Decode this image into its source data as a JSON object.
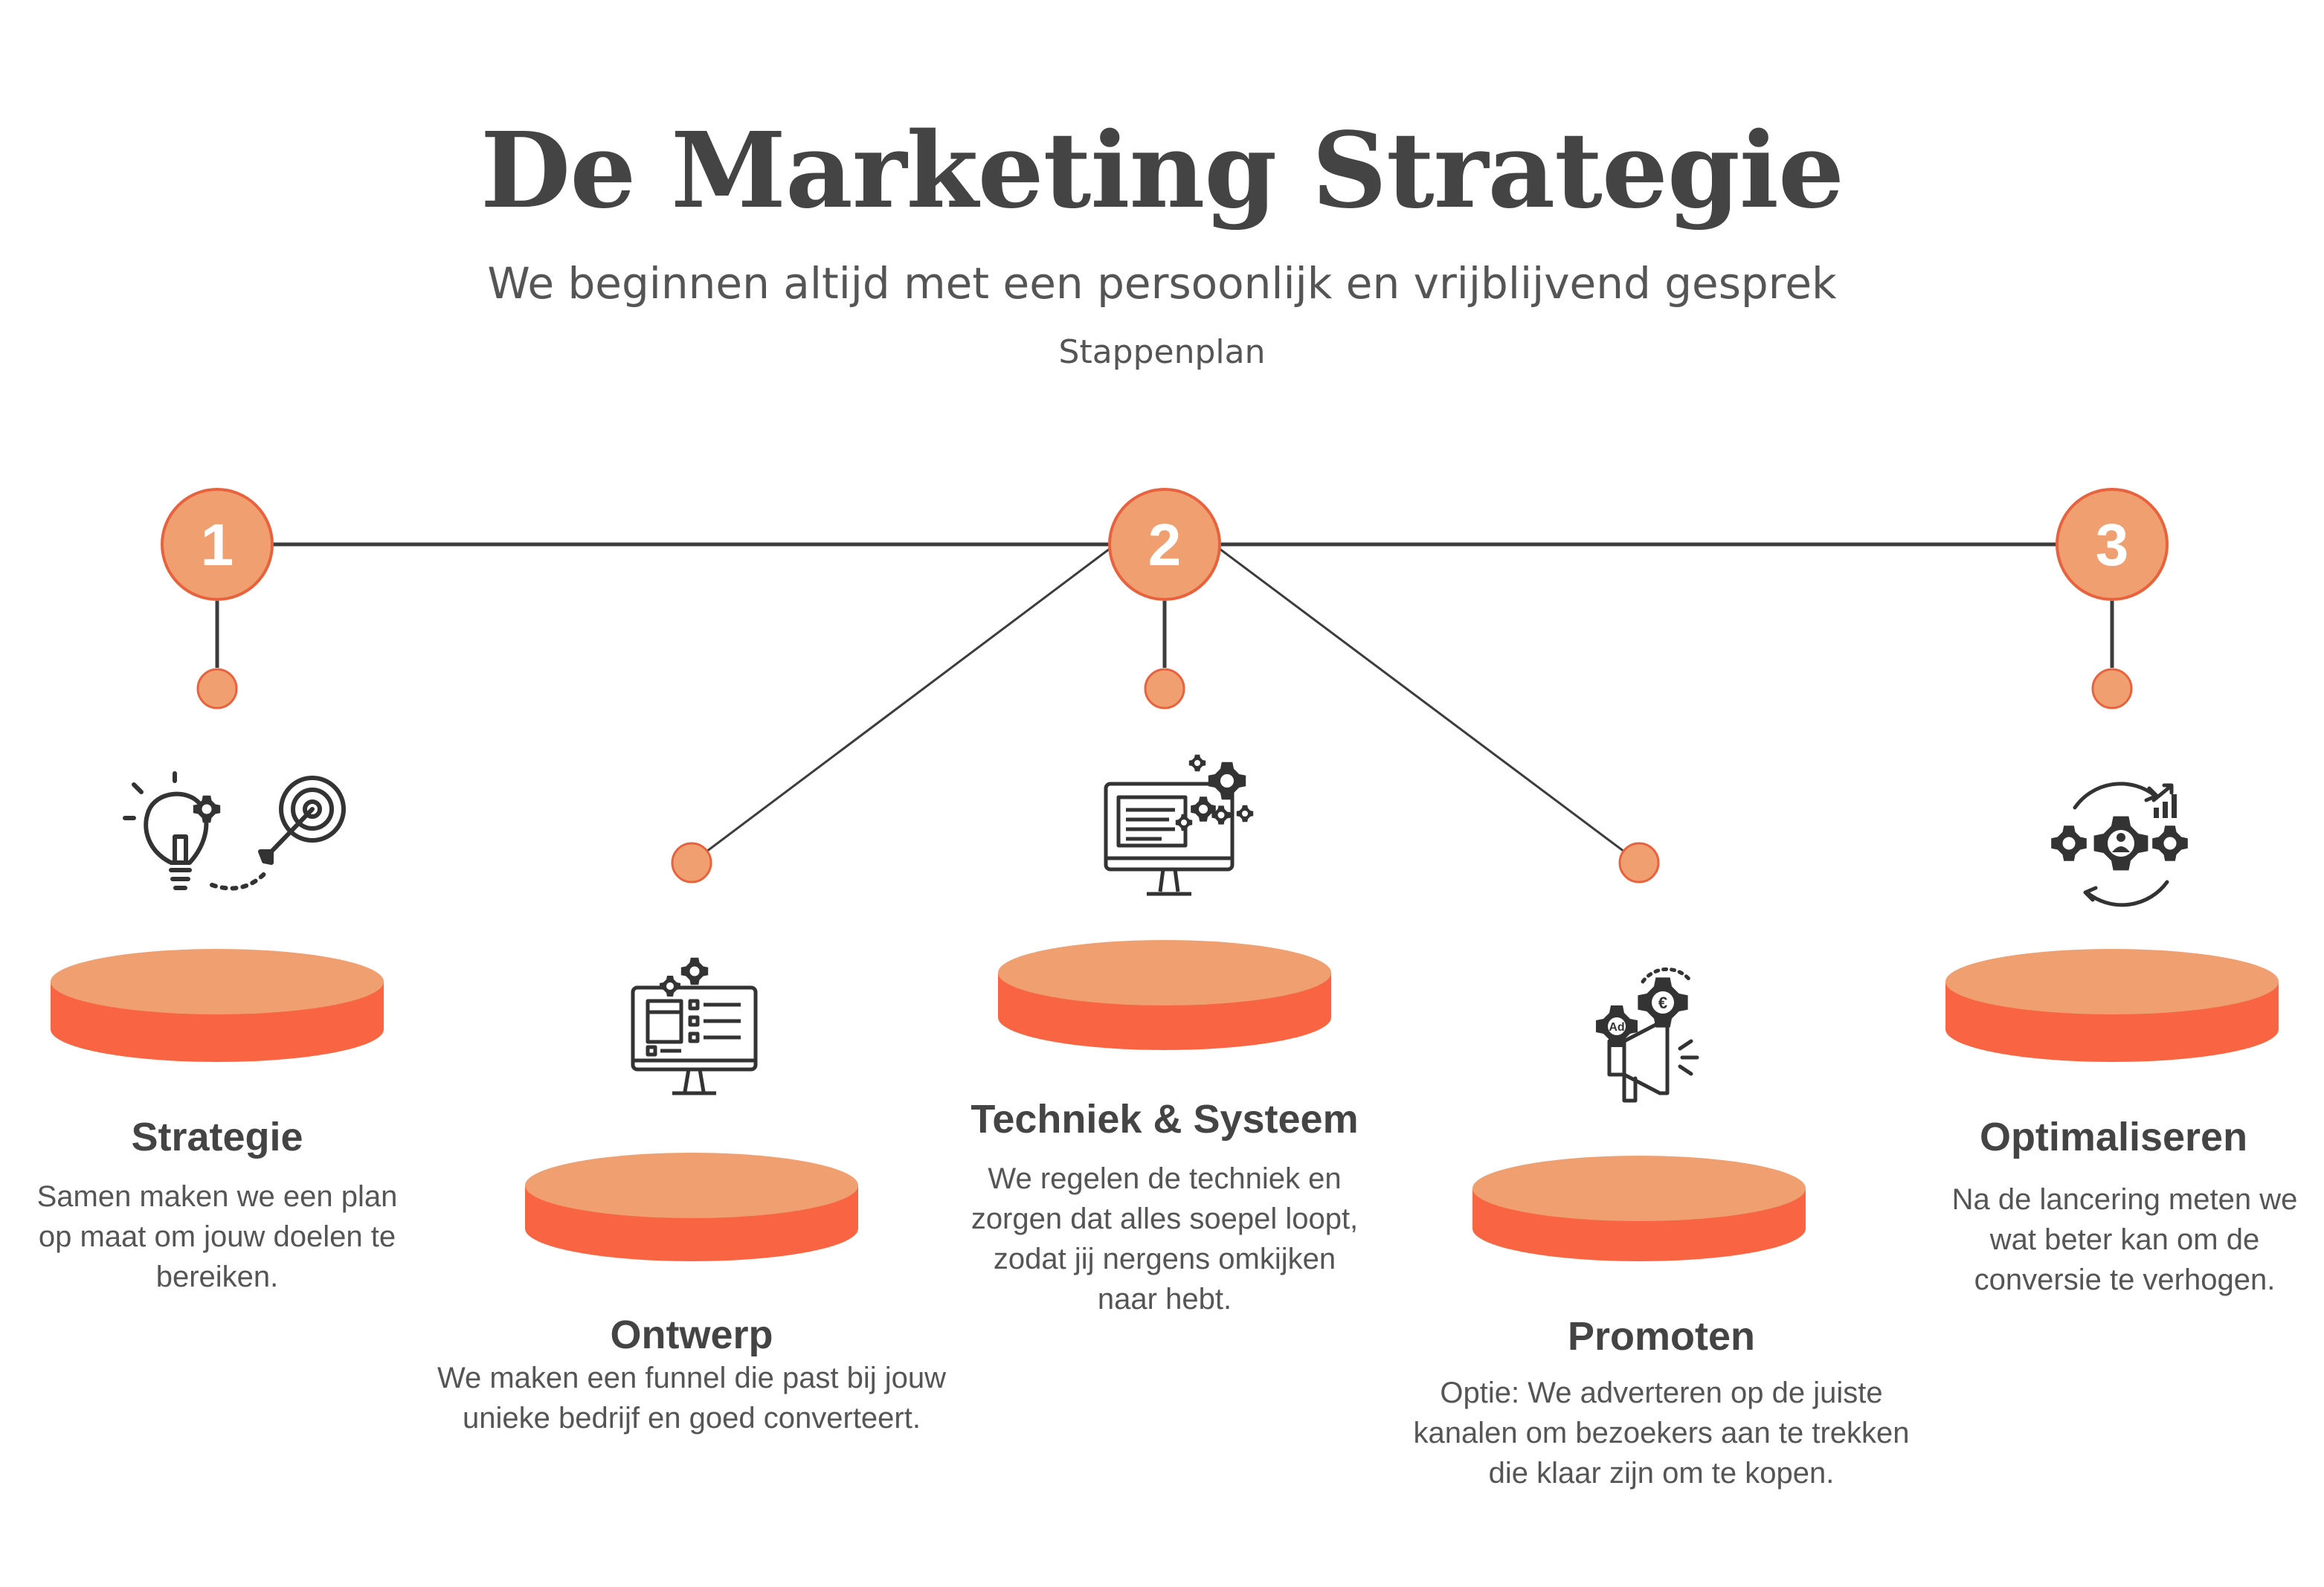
{
  "header": {
    "title": "De Marketing Strategie",
    "subtitle": "We beginnen altijd met een persoonlijk en vrijblijvend gesprek",
    "tagline": "Stappenplan"
  },
  "milestones": [
    {
      "number": "1"
    },
    {
      "number": "2"
    },
    {
      "number": "3"
    }
  ],
  "steps": [
    {
      "title": "Strategie",
      "description": "Samen maken we een plan op maat om jouw doelen te bereiken.",
      "icon": "idea-target-icon"
    },
    {
      "title": "Ontwerp",
      "description": "We maken een funnel die past bij jouw unieke bedrijf en goed converteert.",
      "icon": "monitor-design-icon"
    },
    {
      "title": "Techniek & Systeem",
      "description": "We regelen de techniek en zorgen dat alles soepel loopt, zodat jij nergens omkijken naar hebt.",
      "icon": "monitor-gears-icon"
    },
    {
      "title": "Promoten",
      "description": "Optie: We adverteren op de juiste kanalen om bezoekers aan te trekken die klaar zijn om te kopen.",
      "icon": "megaphone-ad-icon"
    },
    {
      "title": "Optimaliseren",
      "description": "Na de lancering meten we wat beter kan om de conversie te verhogen.",
      "icon": "gears-growth-icon"
    }
  ],
  "colors": {
    "circle_fill": "#F0A070",
    "circle_stroke": "#E9623E",
    "platform_top": "#F0A070",
    "platform_side": "#F96543",
    "line": "#3C3C3C",
    "text_dark": "#444444",
    "icon": "#333333"
  }
}
